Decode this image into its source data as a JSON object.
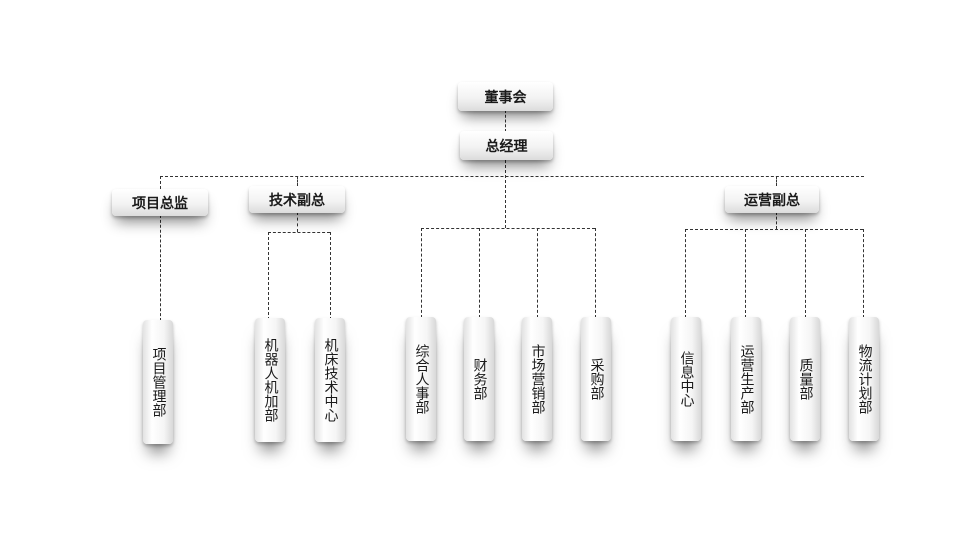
{
  "top": {
    "board": "董事会",
    "ceo": "总经理"
  },
  "managers": {
    "project": "项目总监",
    "tech": "技术副总",
    "ops": "运营副总"
  },
  "departments": {
    "project_mgmt": "项目管理部",
    "robot_machining": "机器人机加部",
    "machine_tech": "机床技术中心",
    "hr_admin": "综合人事部",
    "finance": "财务部",
    "marketing": "市场营销部",
    "purchasing": "采购部",
    "info_center": "信息中心",
    "ops_production": "运营生产部",
    "quality": "质量部",
    "logistics_planning": "物流计划部"
  }
}
